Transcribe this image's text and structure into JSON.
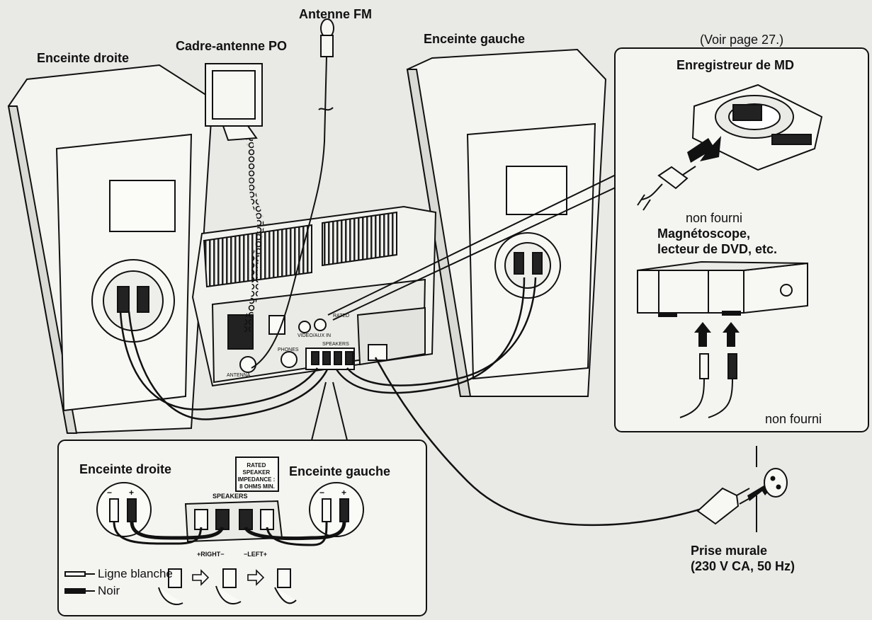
{
  "labels": {
    "fm_antenna": "Antenne FM",
    "am_loop_antenna": "Cadre-antenne PO",
    "right_speaker": "Enceinte droite",
    "left_speaker": "Enceinte gauche",
    "see_page": "(Voir page 27.)",
    "md_recorder": "Enregistreur de MD",
    "not_supplied_md": "non fourni",
    "vcr_line1": "Magnétoscope,",
    "vcr_line2": "lecteur de DVD, etc.",
    "not_supplied_vcr": "non fourni",
    "wall_outlet_line1": "Prise murale",
    "wall_outlet_line2": "(230 V CA, 50 Hz)"
  },
  "speaker_detail": {
    "right_speaker": "Enceinte droite",
    "left_speaker": "Enceinte gauche",
    "impedance": [
      "RATED",
      "SPEAKER",
      "IMPEDANCE :",
      "8 OHMS MIN."
    ],
    "speakers_panel": "SPEAKERS",
    "right_terminal": "+RIGHT−",
    "left_terminal": "−LEFT+",
    "minus": "−",
    "plus": "+",
    "legend_white": "Ligne blanche",
    "legend_black": "Noir"
  },
  "unit_panel": {
    "speakers": "SPEAKERS",
    "antenna": "ANTENNA",
    "phones": "PHONES",
    "video_aux": "VIDEO/AUX IN",
    "rated": "RATED"
  },
  "colors": {
    "background": "#e9e9e6",
    "line": "#111111",
    "panel": "#f4f4f1",
    "cable_black": "#1a1a1a",
    "arrow": "#111111"
  }
}
